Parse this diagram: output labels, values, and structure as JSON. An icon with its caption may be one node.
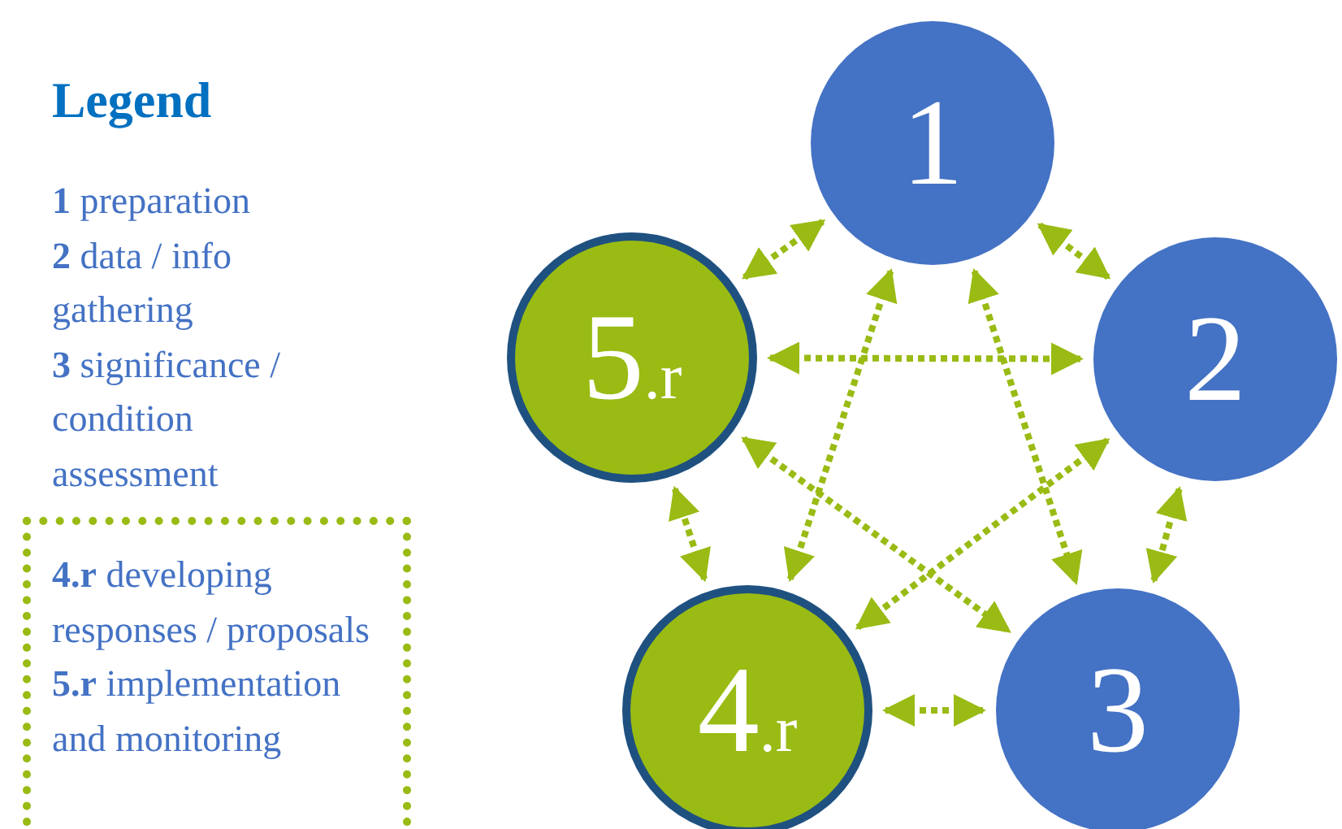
{
  "diagram": {
    "title": "Legend",
    "nodes": [
      {
        "text": [
          "1"
        ]
      },
      {
        "text": [
          "2"
        ]
      },
      {
        "text": [
          "3"
        ]
      },
      {
        "text": [
          "4$_{.r}$"
        ]
      },
      {
        "text": [
          "5$_{.r}$"
        ]
      },
      {
        "text": [
          "**4.r** developing responses / proposals",
          "**5.r** implementation and monitoring"
        ]
      }
    ],
    "edges": [
      {
        "from": 0,
        "to": 1,
        "arrow": "both",
        "style": "dashed"
      },
      {
        "from": 1,
        "to": 2,
        "arrow": "both",
        "style": "dashed"
      },
      {
        "from": 2,
        "to": 3,
        "arrow": "both",
        "style": "dashed"
      },
      {
        "from": 3,
        "to": 4,
        "arrow": "both",
        "style": "dashed"
      },
      {
        "from": 4,
        "to": 0,
        "arrow": "both",
        "style": "dashed"
      },
      {
        "from": 0,
        "to": 3,
        "arrow": "both",
        "style": "dashed"
      },
      {
        "from": 0,
        "to": 2,
        "arrow": "both",
        "style": "dashed"
      },
      {
        "from": 4,
        "to": 1,
        "arrow": "both",
        "style": "dashed"
      },
      {
        "from": 4,
        "to": 2,
        "arrow": "both",
        "style": "dashed"
      },
      {
        "from": 1,
        "to": 3,
        "arrow": "both",
        "style": "dashed"
      }
    ],
    "labels": [
      "**1** preparation",
      "**2** data / info gathering",
      "**3** significance / condition assessment"
    ]
  }
}
